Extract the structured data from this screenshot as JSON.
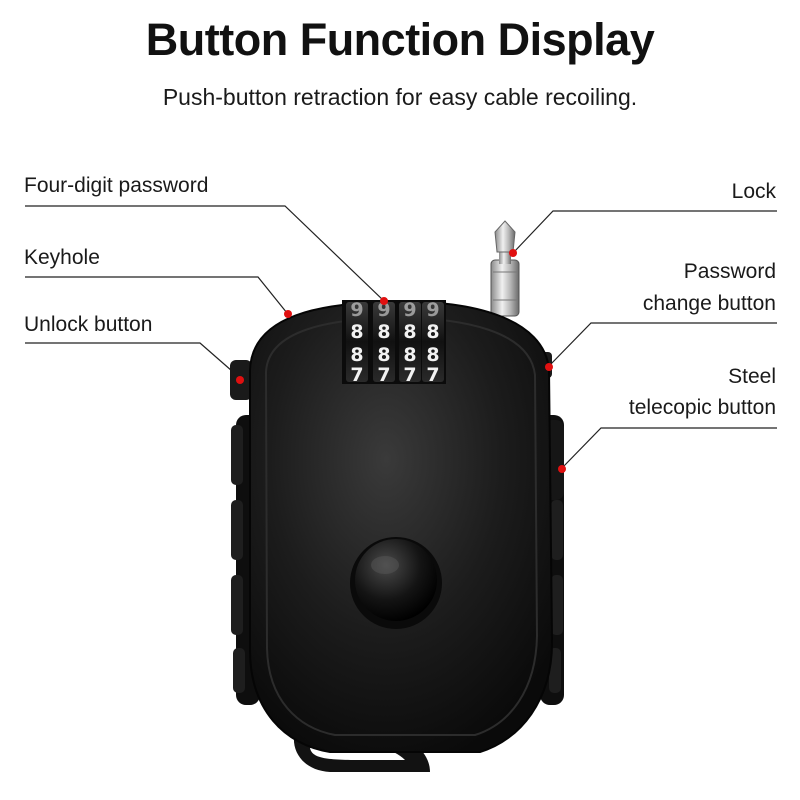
{
  "header": {
    "title": "Button Function Display",
    "subtitle": "Push-button retraction for easy cable recoiling."
  },
  "callouts": {
    "four_digit_password": "Four-digit password",
    "keyhole": "Keyhole",
    "unlock_button": "Unlock button",
    "lock": "Lock",
    "password_change_line1": "Password",
    "password_change_line2": "change button",
    "steel_line1": "Steel",
    "steel_line2": "telecopic button"
  },
  "dial": {
    "top_row": [
      "9",
      "9",
      "9",
      "9"
    ],
    "row2": [
      "8",
      "8",
      "8",
      "8"
    ],
    "row3": [
      "8",
      "8",
      "8",
      "8"
    ],
    "row4": [
      "7",
      "7",
      "7",
      "7"
    ]
  },
  "colors": {
    "body": "#161616",
    "marker": "#e01010",
    "line": "#222222"
  }
}
